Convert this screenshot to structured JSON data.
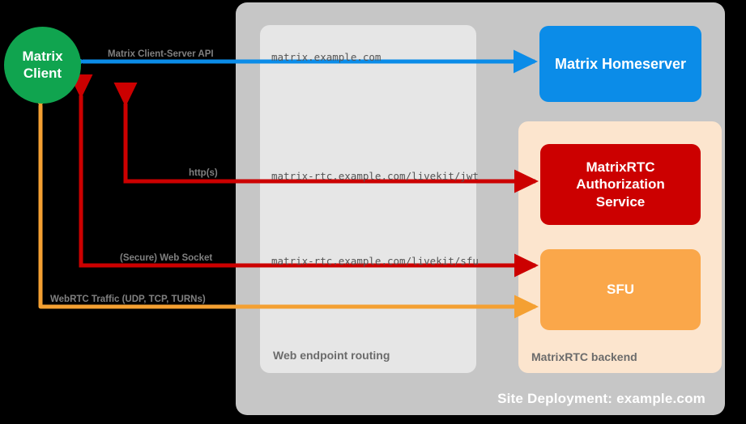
{
  "diagram": {
    "title": "MatrixRTC deployment architecture",
    "background": "#000000"
  },
  "client": {
    "name": "matrix-client",
    "label_line1": "Matrix",
    "label_line2": "Client",
    "color": "#10a44f"
  },
  "site": {
    "label": "Site Deployment: example.com",
    "color": "#c6c6c6"
  },
  "routing": {
    "label": "Web endpoint routing",
    "color": "#e6e6e6",
    "endpoints": [
      {
        "url": "matrix.example.com"
      },
      {
        "url": "matrix-rtc.example.com/livekit/jwt"
      },
      {
        "url": "matrix-rtc.example.com/livekit/sfu"
      }
    ]
  },
  "backend": {
    "label": "MatrixRTC backend",
    "color": "#fce5ce"
  },
  "nodes": {
    "homeserver": {
      "label": "Matrix Homeserver",
      "color": "#0b8ce8"
    },
    "authorization": {
      "label": "MatrixRTC\nAuthorization\nService",
      "line1": "MatrixRTC",
      "line2": "Authorization",
      "line3": "Service",
      "color": "#cc0000"
    },
    "sfu": {
      "label": "SFU",
      "color": "#faa74a"
    }
  },
  "connections": [
    {
      "name": "matrix-client-server-api",
      "label": "Matrix Client-Server API",
      "color": "#0b8ce8",
      "direction": "to-client"
    },
    {
      "name": "https-jwt",
      "label": "http(s)",
      "color": "#cc0000",
      "direction": "to-client"
    },
    {
      "name": "secure-web-socket",
      "label": "(Secure) Web Socket",
      "color": "#cc0000",
      "direction": "to-client"
    },
    {
      "name": "webrtc-traffic",
      "label": "WebRTC Traffic (UDP, TCP, TURNs)",
      "color": "#f4a032",
      "direction": "to-client"
    }
  ]
}
